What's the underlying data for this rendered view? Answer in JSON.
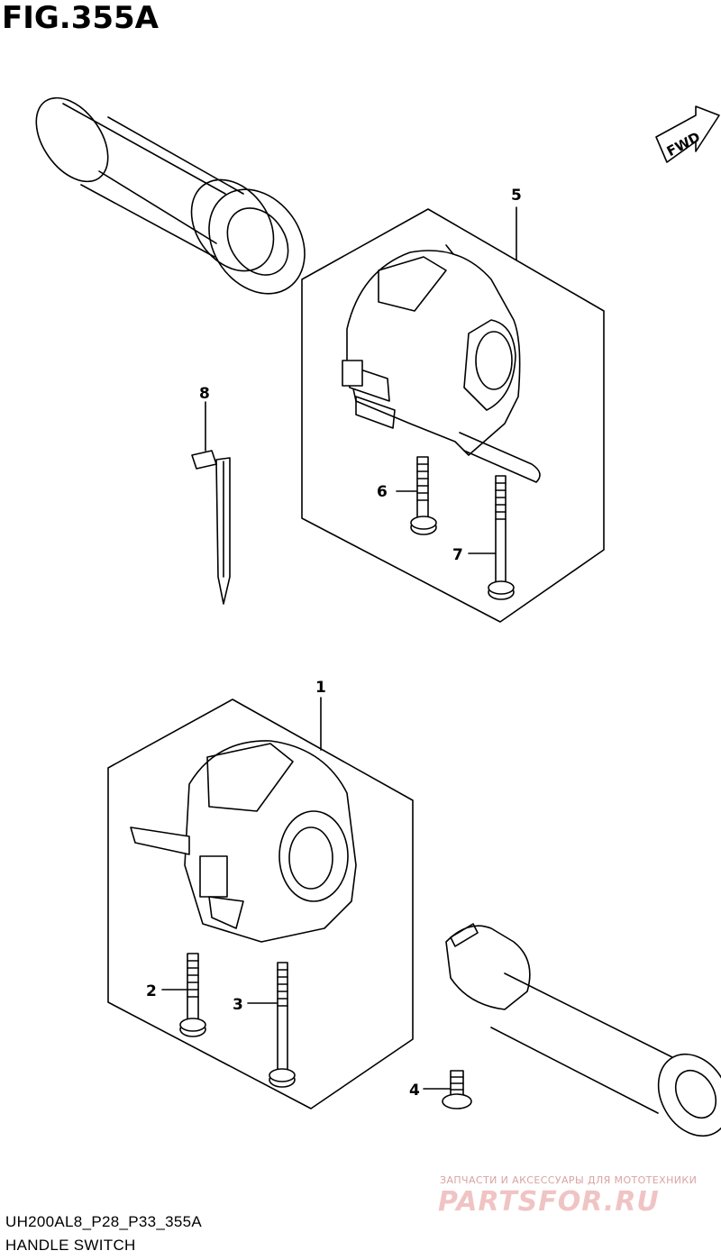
{
  "figure": {
    "title": "FIG.355A"
  },
  "callouts": {
    "c1": "1",
    "c2": "2",
    "c3": "3",
    "c4": "4",
    "c5": "5",
    "c6": "6",
    "c7": "7",
    "c8": "8"
  },
  "fwd_label": "FWD",
  "footer": {
    "code": "UH200AL8_P28_P33_355A",
    "caption": "HANDLE SWITCH"
  },
  "watermark": {
    "tagline": "ЗАПЧАСТИ И АКСЕССУАРЫ ДЛЯ МОТОТЕХНИКИ",
    "logo": "PARTSFOR.RU"
  },
  "colors": {
    "line": "#000000",
    "background": "#ffffff",
    "watermark": "#f0c4c4"
  },
  "icons": [
    "fwd-arrow-icon",
    "headlight-icon",
    "turn-signal-icon",
    "horn-icon",
    "hazard-icon",
    "engine-stop-icon",
    "starter-icon"
  ]
}
